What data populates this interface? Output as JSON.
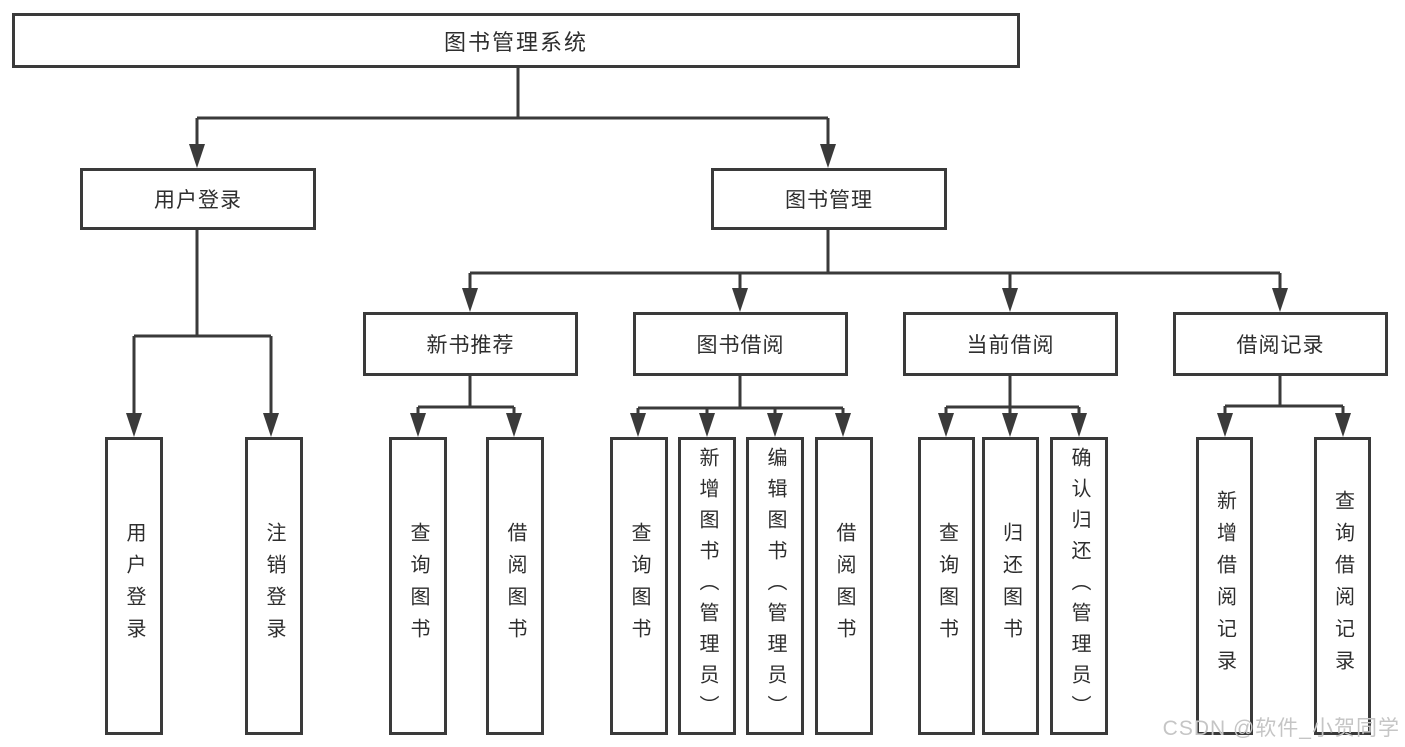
{
  "diagram_title": "图书管理系统",
  "tree": {
    "label": "图书管理系统",
    "children": [
      {
        "label": "用户登录",
        "children": [
          {
            "label": "用户登录"
          },
          {
            "label": "注销登录"
          }
        ]
      },
      {
        "label": "图书管理",
        "children": [
          {
            "label": "新书推荐",
            "children": [
              {
                "label": "查询图书"
              },
              {
                "label": "借阅图书"
              }
            ]
          },
          {
            "label": "图书借阅",
            "children": [
              {
                "label": "查询图书"
              },
              {
                "label": "新增图书（管理员）"
              },
              {
                "label": "编辑图书（管理员）"
              },
              {
                "label": "借阅图书"
              }
            ]
          },
          {
            "label": "当前借阅",
            "children": [
              {
                "label": "查询图书"
              },
              {
                "label": "归还图书"
              },
              {
                "label": "确认归还（管理员）"
              }
            ]
          },
          {
            "label": "借阅记录",
            "children": [
              {
                "label": "新增借阅记录"
              },
              {
                "label": "查询借阅记录"
              }
            ]
          }
        ]
      }
    ]
  },
  "watermark": {
    "text": "CSDN @软件_小贺同学"
  },
  "colors": {
    "line": "#3a3a3a",
    "text": "#2e2e2e",
    "background": "#ffffff",
    "watermark": "#c5c5c5"
  }
}
